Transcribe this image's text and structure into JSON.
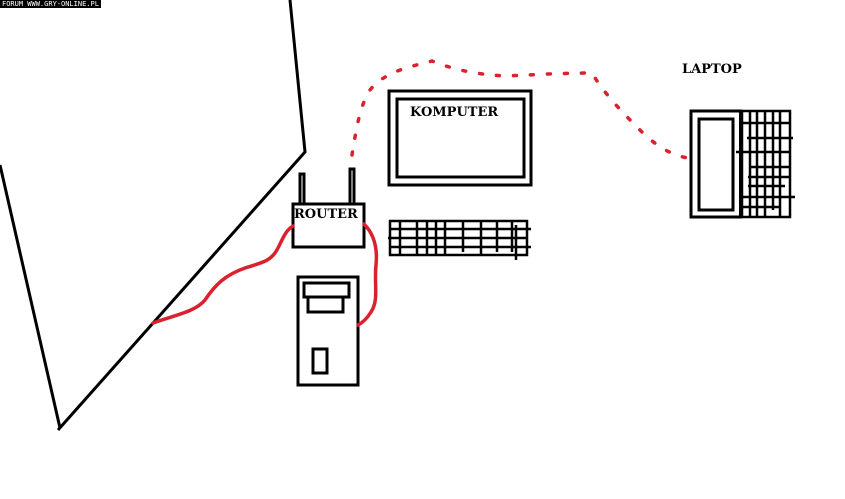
{
  "watermark": "FORUM WWW.GRY-ONLINE.PL",
  "labels": {
    "router": "ROUTER",
    "computer": "KOMPUTER",
    "laptop": "LAPTOP"
  },
  "colors": {
    "ink": "#000000",
    "cable": "#d9222e"
  }
}
